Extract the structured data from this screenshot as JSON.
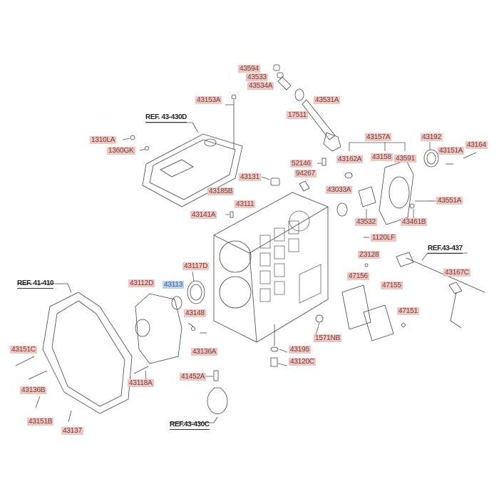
{
  "diagram": {
    "references": {
      "ref_43_430d": "REF. 43-430D",
      "ref_43_437": "REF.43-437",
      "ref_41_410": "REF. 41-410",
      "ref_43_430c": "REF.43-430C"
    },
    "parts": {
      "p43594": "43594",
      "p43533": "43533",
      "p43534a": "43534A",
      "p43531a": "43531A",
      "p17511": "17511",
      "p43153a": "43153A",
      "p1310la": "1310LA",
      "p1360gk": "1360GK",
      "p43185b": "43185B",
      "p43131": "43131",
      "p94267": "94267",
      "p52146": "52146",
      "p43111": "43111",
      "p43141a": "43141A",
      "p43157a": "43157A",
      "p43192": "43192",
      "p43164": "43164",
      "p43162a": "43162A",
      "p43158": "43158",
      "p43591": "43591",
      "p43151a": "43151A",
      "p43033a": "43033A",
      "p43551a": "43551A",
      "p43532": "43532",
      "p43461b": "43461B",
      "p1120lf": "1120LF",
      "pz3128": "Z3128",
      "p43167c": "43167C",
      "p47156": "47156",
      "p47155": "47155",
      "p47151": "47151",
      "p1571nb": "1571NB",
      "p43195": "43195",
      "p43120c": "43120C",
      "p43117d": "43117D",
      "p43113": "43113",
      "p43112d": "43112D",
      "p43148": "43148",
      "p43136a": "43136A",
      "p43118a": "43118A",
      "p41452a": "41452A",
      "p43151c": "43151C",
      "p43136b": "43136B",
      "p43151b": "43151B",
      "p43137": "43137"
    },
    "colors": {
      "label_bg": "#f6c3be",
      "selected_bg": "#bcd3ef"
    }
  }
}
